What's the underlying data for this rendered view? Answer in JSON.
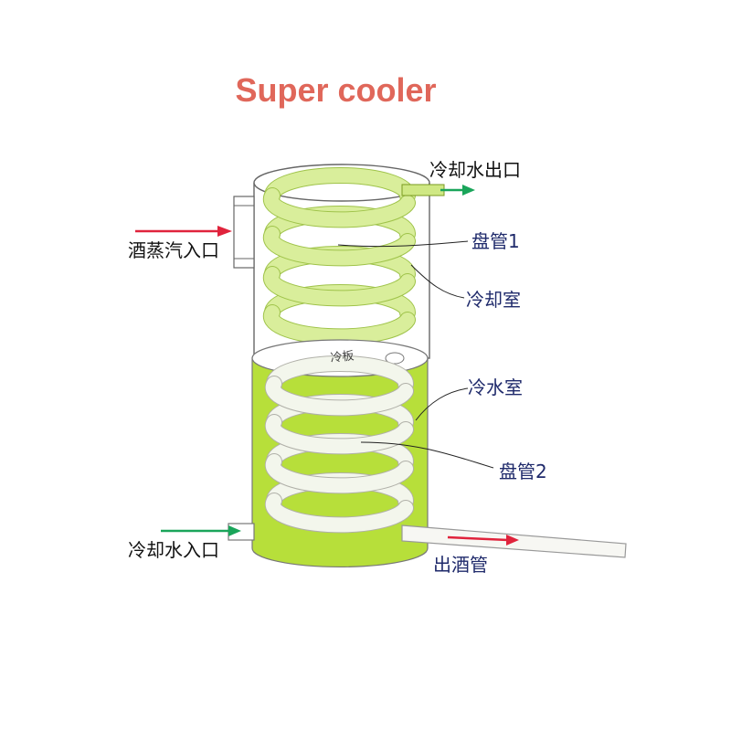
{
  "title": "Super cooler",
  "colors": {
    "title": "#e0675a",
    "coil_upper": "#d9ee9b",
    "water": "#b7df3a",
    "coil_lower": "#f3f6ec",
    "arrow_green": "#1aa55a",
    "arrow_red": "#e0233c",
    "label_dark": "#111111",
    "label_navy": "#1f2a6b"
  },
  "labels": {
    "coolant_outlet": "冷却水出口",
    "vapor_inlet": "酒蒸汽入口",
    "coil_1": "盘管1",
    "cooling_chamber": "冷却室",
    "cold_water_chamber": "冷水室",
    "coil_2": "盘管2",
    "coolant_inlet": "冷却水入口",
    "liquor_outlet_pipe": "出酒管",
    "cold_plate": "冷板"
  }
}
